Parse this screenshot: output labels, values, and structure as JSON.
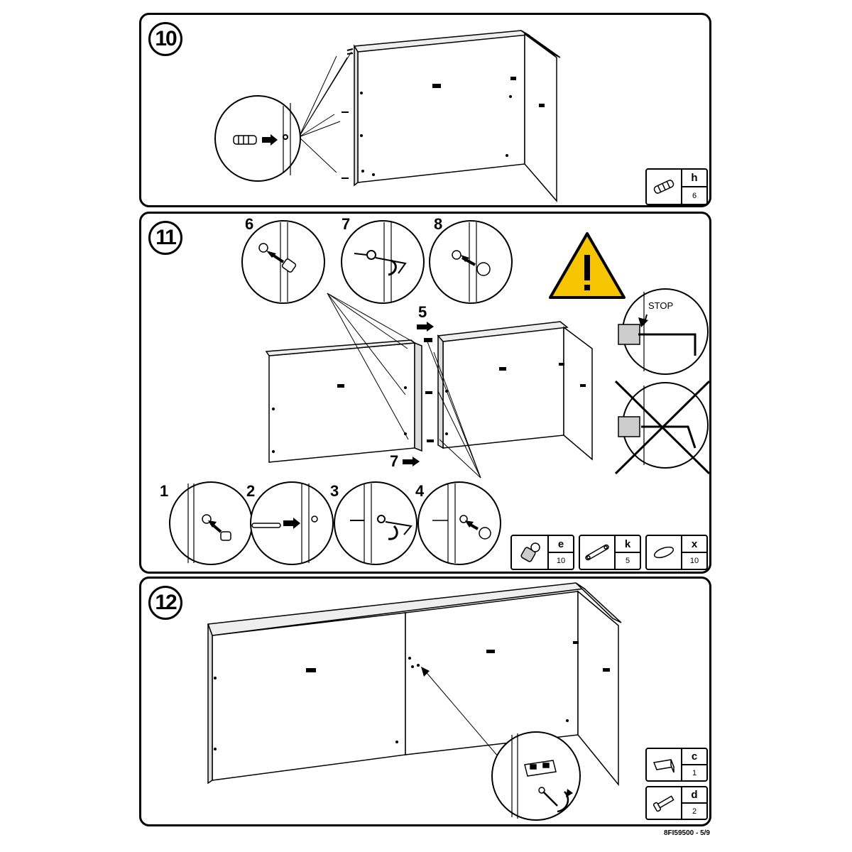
{
  "steps": {
    "s10": {
      "label": "10"
    },
    "s11": {
      "label": "11"
    },
    "s12": {
      "label": "12"
    }
  },
  "sub_steps": [
    "1",
    "2",
    "3",
    "4",
    "5",
    "6",
    "7",
    "7",
    "8"
  ],
  "stop_label": "STOP",
  "parts": {
    "h": {
      "letter": "h",
      "qty": "6",
      "icon": "dowel-icon"
    },
    "e": {
      "letter": "e",
      "qty": "10",
      "icon": "cam-lock-icon"
    },
    "k": {
      "letter": "k",
      "qty": "5",
      "icon": "connecting-bolt-icon"
    },
    "x": {
      "letter": "x",
      "qty": "10",
      "icon": "cover-cap-icon"
    },
    "c": {
      "letter": "c",
      "qty": "1",
      "icon": "hanging-bracket-icon"
    },
    "d": {
      "letter": "d",
      "qty": "2",
      "icon": "screw-icon"
    }
  },
  "document_code": "8FI59500 - 5/9",
  "colors": {
    "warning_fill": "#f6c400",
    "line": "#000000"
  }
}
